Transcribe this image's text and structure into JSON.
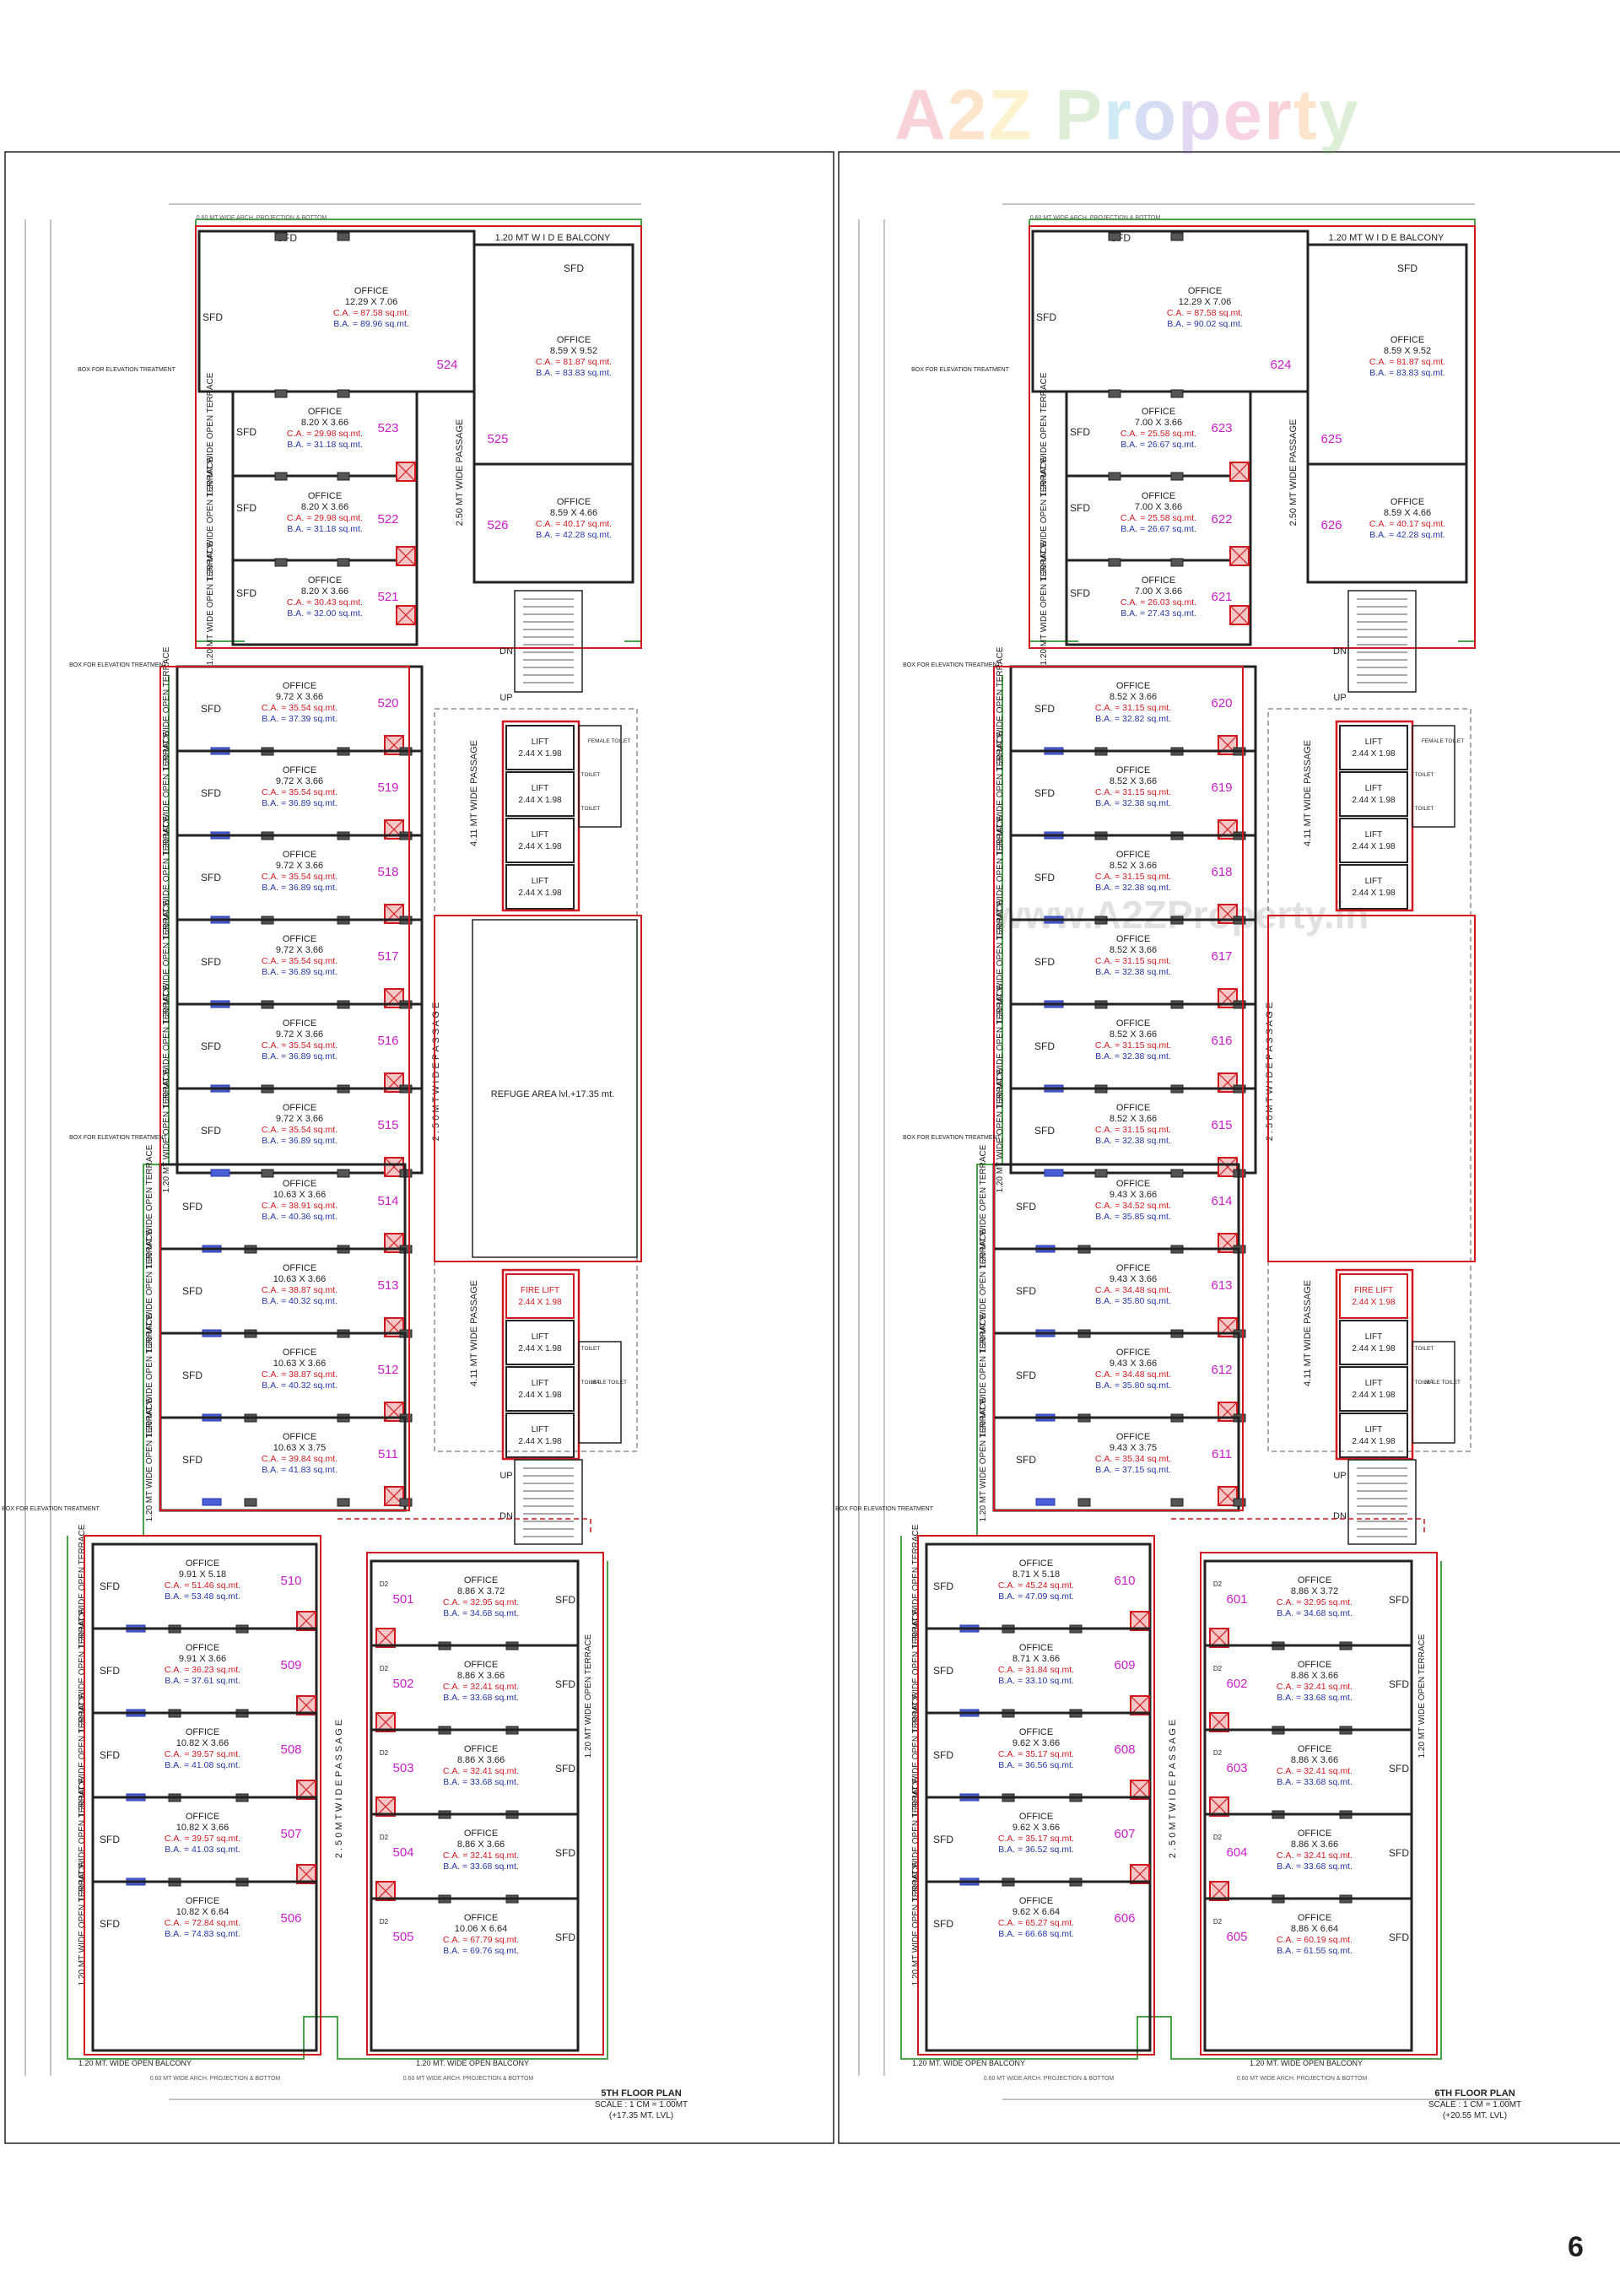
{
  "watermark": {
    "logo_text": "A2Z Property",
    "center_text": "www.A2ZProperty.in"
  },
  "page_number": "6",
  "plans": [
    {
      "id": "5th",
      "title": "5TH FLOOR PLAN",
      "scale": "SCALE : 1 CM = 1.00MT",
      "level": "(+17.35 MT. LVL)",
      "lifts": [
        "LIFT 2.44 X 1.98",
        "LIFT 2.44 X 1.98",
        "LIFT 2.44 X 1.98",
        "LIFT 2.44 X 1.98",
        "LIFT 2.44 X 1.98",
        "LIFT 2.44 X 1.98",
        "LIFT 2.44 X 1.98"
      ],
      "fire_lift": "FIRE LIFT 2.44 X 1.98",
      "refuge": "REFUGE AREA lvl.+17.35 mt.",
      "units": [
        {
          "no": "524",
          "dim": "OFFICE 12.29 X 7.06",
          "ca": "C.A. = 87.58 sq.mt.",
          "ba": "B.A. = 89.96 sq.mt."
        },
        {
          "no": "525",
          "dim": "OFFICE 8.59 X 9.52",
          "ca": "C.A. = 81.87 sq.mt.",
          "ba": "B.A. = 83.83 sq.mt."
        },
        {
          "no": "523",
          "dim": "OFFICE 8.20 X 3.66",
          "ca": "C.A. = 29.98 sq.mt.",
          "ba": "B.A. = 31.18 sq.mt."
        },
        {
          "no": "522",
          "dim": "OFFICE 8.20 X 3.66",
          "ca": "C.A. = 29.98 sq.mt.",
          "ba": "B.A. = 31.18 sq.mt."
        },
        {
          "no": "526",
          "dim": "OFFICE 8.59 X 4.66",
          "ca": "C.A. = 40.17 sq.mt.",
          "ba": "B.A. = 42.28 sq.mt."
        },
        {
          "no": "521",
          "dim": "OFFICE 8.20 X 3.66",
          "ca": "C.A. = 30.43 sq.mt.",
          "ba": "B.A. = 32.00 sq.mt."
        },
        {
          "no": "520",
          "dim": "OFFICE 9.72 X 3.66",
          "ca": "C.A. = 35.54 sq.mt.",
          "ba": "B.A. = 37.39 sq.mt."
        },
        {
          "no": "519",
          "dim": "OFFICE 9.72 X 3.66",
          "ca": "C.A. = 35.54 sq.mt.",
          "ba": "B.A. = 36.89 sq.mt."
        },
        {
          "no": "518",
          "dim": "OFFICE 9.72 X 3.66",
          "ca": "C.A. = 35.54 sq.mt.",
          "ba": "B.A. = 36.89 sq.mt."
        },
        {
          "no": "517",
          "dim": "OFFICE 9.72 X 3.66",
          "ca": "C.A. = 35.54 sq.mt.",
          "ba": "B.A. = 36.89 sq.mt."
        },
        {
          "no": "516",
          "dim": "OFFICE 9.72 X 3.66",
          "ca": "C.A. = 35.54 sq.mt.",
          "ba": "B.A. = 36.89 sq.mt."
        },
        {
          "no": "515",
          "dim": "OFFICE 9.72 X 3.66",
          "ca": "C.A. = 35.54 sq.mt.",
          "ba": "B.A. = 36.89 sq.mt."
        },
        {
          "no": "514",
          "dim": "OFFICE 10.63 X 3.66",
          "ca": "C.A. = 38.91 sq.mt.",
          "ba": "B.A. = 40.36 sq.mt."
        },
        {
          "no": "513",
          "dim": "OFFICE 10.63 X 3.66",
          "ca": "C.A. = 38.87 sq.mt.",
          "ba": "B.A. = 40.32 sq.mt."
        },
        {
          "no": "512",
          "dim": "OFFICE 10.63 X 3.66",
          "ca": "C.A. = 38.87 sq.mt.",
          "ba": "B.A. = 40.32 sq.mt."
        },
        {
          "no": "511",
          "dim": "OFFICE 10.63 X 3.75",
          "ca": "C.A. = 39.84 sq.mt.",
          "ba": "B.A. = 41.83 sq.mt."
        },
        {
          "no": "510",
          "dim": "OFFICE 9.91 X 5.18",
          "ca": "C.A. = 51.46 sq.mt.",
          "ba": "B.A. = 53.48 sq.mt."
        },
        {
          "no": "509",
          "dim": "OFFICE 9.91 X 3.66",
          "ca": "C.A. = 36.23 sq.mt.",
          "ba": "B.A. = 37.61 sq.mt."
        },
        {
          "no": "508",
          "dim": "OFFICE 10.82 X 3.66",
          "ca": "C.A. = 39.57 sq.mt.",
          "ba": "B.A. = 41.08 sq.mt."
        },
        {
          "no": "507",
          "dim": "OFFICE 10.82 X 3.66",
          "ca": "C.A. = 39.57 sq.mt.",
          "ba": "B.A. = 41.03 sq.mt."
        },
        {
          "no": "506",
          "dim": "OFFICE 10.82 X 6.64",
          "ca": "C.A. = 72.84 sq.mt.",
          "ba": "B.A. = 74.83 sq.mt."
        },
        {
          "no": "501",
          "dim": "OFFICE 8.86 X 3.72",
          "ca": "C.A. = 32.95 sq.mt.",
          "ba": "B.A. = 34.68 sq.mt."
        },
        {
          "no": "502",
          "dim": "OFFICE 8.86 X 3.66",
          "ca": "C.A. = 32.41 sq.mt.",
          "ba": "B.A. = 33.68 sq.mt."
        },
        {
          "no": "503",
          "dim": "OFFICE 8.86 X 3.66",
          "ca": "C.A. = 32.41 sq.mt.",
          "ba": "B.A. = 33.68 sq.mt."
        },
        {
          "no": "504",
          "dim": "OFFICE 8.86 X 3.66",
          "ca": "C.A. = 32.41 sq.mt.",
          "ba": "B.A. = 33.68 sq.mt."
        },
        {
          "no": "505",
          "dim": "OFFICE 10.06 X 6.64",
          "ca": "C.A. = 67.79 sq.mt.",
          "ba": "B.A. = 69.76 sq.mt."
        }
      ]
    },
    {
      "id": "6th",
      "title": "6TH FLOOR PLAN",
      "scale": "SCALE : 1 CM = 1.00MT",
      "level": "(+20.55 MT. LVL)",
      "lifts": [
        "LIFT 2.44 X 1.98",
        "LIFT 2.44 X 1.98",
        "LIFT 2.44 X 1.98",
        "LIFT 2.44 X 1.98",
        "LIFT 2.44 X 1.98",
        "LIFT 2.44 X 1.98",
        "LIFT 2.44 X 1.98"
      ],
      "fire_lift": "FIRE LIFT 2.44 X 1.98",
      "refuge": "",
      "units": [
        {
          "no": "624",
          "dim": "OFFICE 12.29 X 7.06",
          "ca": "C.A. = 87.58 sq.mt.",
          "ba": "B.A. = 90.02 sq.mt."
        },
        {
          "no": "625",
          "dim": "OFFICE 8.59 X 9.52",
          "ca": "C.A. = 81.87 sq.mt.",
          "ba": "B.A. = 83.83 sq.mt."
        },
        {
          "no": "623",
          "dim": "OFFICE 7.00 X 3.66",
          "ca": "C.A. = 25.58 sq.mt.",
          "ba": "B.A. = 26.67 sq.mt."
        },
        {
          "no": "622",
          "dim": "OFFICE 7.00 X 3.66",
          "ca": "C.A. = 25.58 sq.mt.",
          "ba": "B.A. = 26.67 sq.mt."
        },
        {
          "no": "626",
          "dim": "OFFICE 8.59 X 4.66",
          "ca": "C.A. = 40.17 sq.mt.",
          "ba": "B.A. = 42.28 sq.mt."
        },
        {
          "no": "621",
          "dim": "OFFICE 7.00 X 3.66",
          "ca": "C.A. = 26.03 sq.mt.",
          "ba": "B.A. = 27.43 sq.mt."
        },
        {
          "no": "620",
          "dim": "OFFICE 8.52 X 3.66",
          "ca": "C.A. = 31.15 sq.mt.",
          "ba": "B.A. = 32.82 sq.mt."
        },
        {
          "no": "619",
          "dim": "OFFICE 8.52 X 3.66",
          "ca": "C.A. = 31.15 sq.mt.",
          "ba": "B.A. = 32.38 sq.mt."
        },
        {
          "no": "618",
          "dim": "OFFICE 8.52 X 3.66",
          "ca": "C.A. = 31.15 sq.mt.",
          "ba": "B.A. = 32.38 sq.mt."
        },
        {
          "no": "617",
          "dim": "OFFICE 8.52 X 3.66",
          "ca": "C.A. = 31.15 sq.mt.",
          "ba": "B.A. = 32.38 sq.mt."
        },
        {
          "no": "616",
          "dim": "OFFICE 8.52 X 3.66",
          "ca": "C.A. = 31.15 sq.mt.",
          "ba": "B.A. = 32.38 sq.mt."
        },
        {
          "no": "615",
          "dim": "OFFICE 8.52 X 3.66",
          "ca": "C.A. = 31.15 sq.mt.",
          "ba": "B.A. = 32.38 sq.mt."
        },
        {
          "no": "614",
          "dim": "OFFICE 9.43 X 3.66",
          "ca": "C.A. = 34.52 sq.mt.",
          "ba": "B.A. = 35.85 sq.mt."
        },
        {
          "no": "613",
          "dim": "OFFICE 9.43 X 3.66",
          "ca": "C.A. = 34.48 sq.mt.",
          "ba": "B.A. = 35.80 sq.mt."
        },
        {
          "no": "612",
          "dim": "OFFICE 9.43 X 3.66",
          "ca": "C.A. = 34.48 sq.mt.",
          "ba": "B.A. = 35.80 sq.mt."
        },
        {
          "no": "611",
          "dim": "OFFICE 9.43 X 3.75",
          "ca": "C.A. = 35.34 sq.mt.",
          "ba": "B.A. = 37.15 sq.mt."
        },
        {
          "no": "610",
          "dim": "OFFICE 8.71 X 5.18",
          "ca": "C.A. = 45.24 sq.mt.",
          "ba": "B.A. = 47.09 sq.mt."
        },
        {
          "no": "609",
          "dim": "OFFICE 8.71 X 3.66",
          "ca": "C.A. = 31.84 sq.mt.",
          "ba": "B.A. = 33.10 sq.mt."
        },
        {
          "no": "608",
          "dim": "OFFICE 9.62 X 3.66",
          "ca": "C.A. = 35.17 sq.mt.",
          "ba": "B.A. = 36.56 sq.mt."
        },
        {
          "no": "607",
          "dim": "OFFICE 9.62 X 3.66",
          "ca": "C.A. = 35.17 sq.mt.",
          "ba": "B.A. = 36.52 sq.mt."
        },
        {
          "no": "606",
          "dim": "OFFICE 9.62 X 6.64",
          "ca": "C.A. = 65.27 sq.mt.",
          "ba": "B.A. = 66.68 sq.mt."
        },
        {
          "no": "601",
          "dim": "OFFICE 8.86 X 3.72",
          "ca": "C.A. = 32.95 sq.mt.",
          "ba": "B.A. = 34.68 sq.mt."
        },
        {
          "no": "602",
          "dim": "OFFICE 8.86 X 3.66",
          "ca": "C.A. = 32.41 sq.mt.",
          "ba": "B.A. = 33.68 sq.mt."
        },
        {
          "no": "603",
          "dim": "OFFICE 8.86 X 3.66",
          "ca": "C.A. = 32.41 sq.mt.",
          "ba": "B.A. = 33.68 sq.mt."
        },
        {
          "no": "604",
          "dim": "OFFICE 8.86 X 3.66",
          "ca": "C.A. = 32.41 sq.mt.",
          "ba": "B.A. = 33.68 sq.mt."
        },
        {
          "no": "605",
          "dim": "OFFICE 8.86 X 6.64",
          "ca": "C.A. = 60.19 sq.mt.",
          "ba": "B.A. = 61.55 sq.mt."
        }
      ]
    }
  ],
  "labels": {
    "sfd": "SFD",
    "d2": "D2",
    "balcony_top": "1.20 MT W I D E BALCONY",
    "passage_top": "2.50 MT WIDE PASSAGE",
    "passage_lift": "4.11 MT WIDE PASSAGE",
    "passage_main": "2 . 5 0   M T   W I D E   P A S S A G E",
    "passage_lower": "2 . 5 0   M T   W I D E   P A S S A G E",
    "terrace": "1.20 MT WIDE OPEN TERRACE",
    "balcony_bottom": "1.20 MT. WIDE OPEN BALCONY",
    "box_elev": "BOX FOR ELEVATION TREATMENT",
    "dn": "DN",
    "up": "UP",
    "female_toilet": "FEMALE TOILET",
    "male_toilet": "MALE TOILET",
    "toilet": "TOILET",
    "projection": "0.60 MT WIDE ARCH. PROJECTION & BOTTOM"
  },
  "colors": {
    "wall": "#222222",
    "red": "#d0181e",
    "green": "#4aa34a",
    "blue": "#2436a8",
    "magenta": "#c81fc8"
  }
}
